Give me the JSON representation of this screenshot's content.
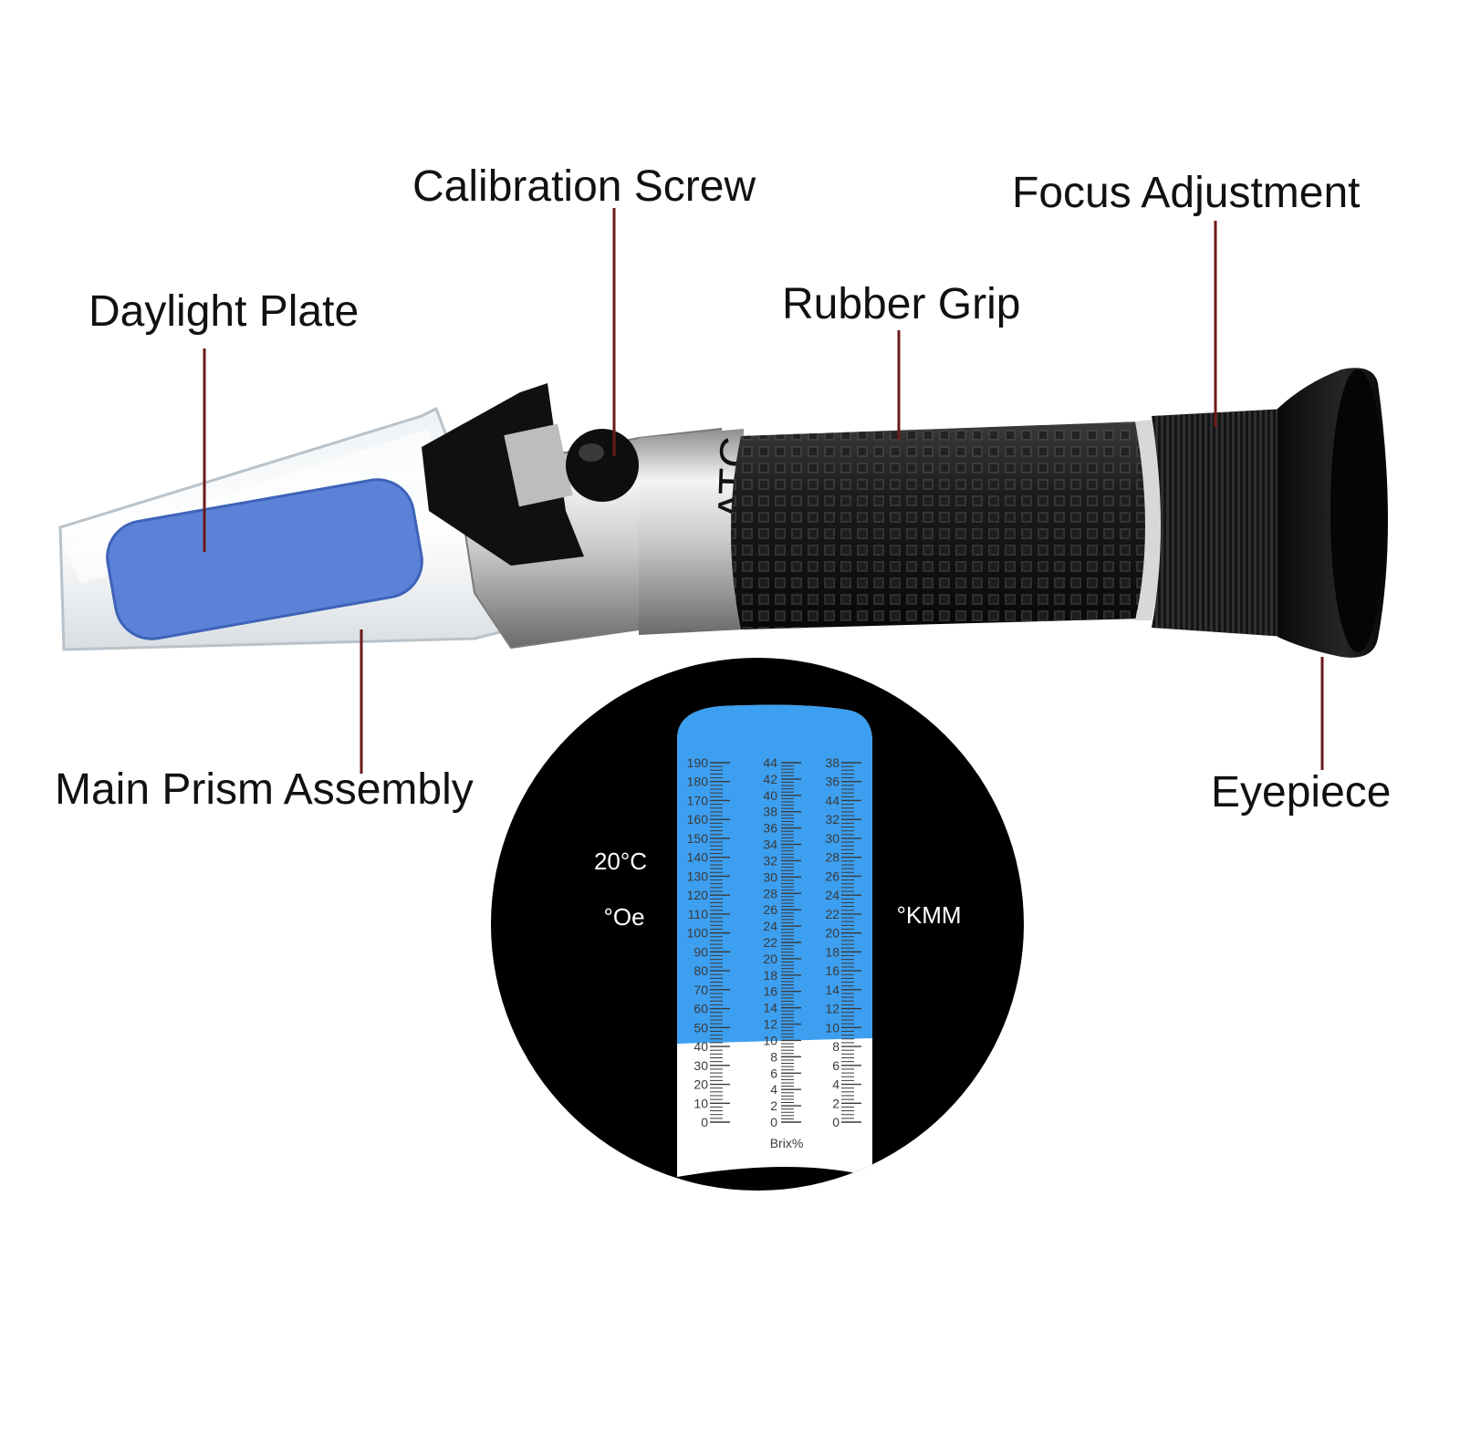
{
  "callouts": {
    "daylight_plate": "Daylight Plate",
    "calibration_screw": "Calibration Screw",
    "rubber_grip": "Rubber Grip",
    "focus_adjustment": "Focus Adjustment",
    "main_prism_assembly": "Main Prism Assembly",
    "eyepiece": "Eyepiece"
  },
  "instrument": {
    "body_marking": "ATC"
  },
  "viewfinder": {
    "temperature": "20°C",
    "left_unit": "°Oe",
    "right_unit": "°KMM",
    "bottom_unit": "Brix%",
    "oe_scale": [
      "190",
      "180",
      "170",
      "160",
      "150",
      "140",
      "130",
      "120",
      "110",
      "100",
      "90",
      "80",
      "70",
      "60",
      "50",
      "40",
      "30",
      "20",
      "10",
      "0"
    ],
    "brix_scale": [
      "44",
      "42",
      "40",
      "38",
      "36",
      "34",
      "32",
      "30",
      "28",
      "26",
      "24",
      "22",
      "20",
      "18",
      "16",
      "14",
      "12",
      "10",
      "8",
      "6",
      "4",
      "2",
      "0"
    ],
    "kmm_scale": [
      "38",
      "36",
      "44",
      "32",
      "30",
      "28",
      "26",
      "24",
      "22",
      "20",
      "18",
      "16",
      "14",
      "12",
      "10",
      "8",
      "6",
      "4",
      "2",
      "0"
    ]
  },
  "colors": {
    "leader_line": "#6b1a1a",
    "reading_blue": "#3d9ff0",
    "daylight_plate_blue": "#5b82d6",
    "grip": "#1a1a1a"
  }
}
